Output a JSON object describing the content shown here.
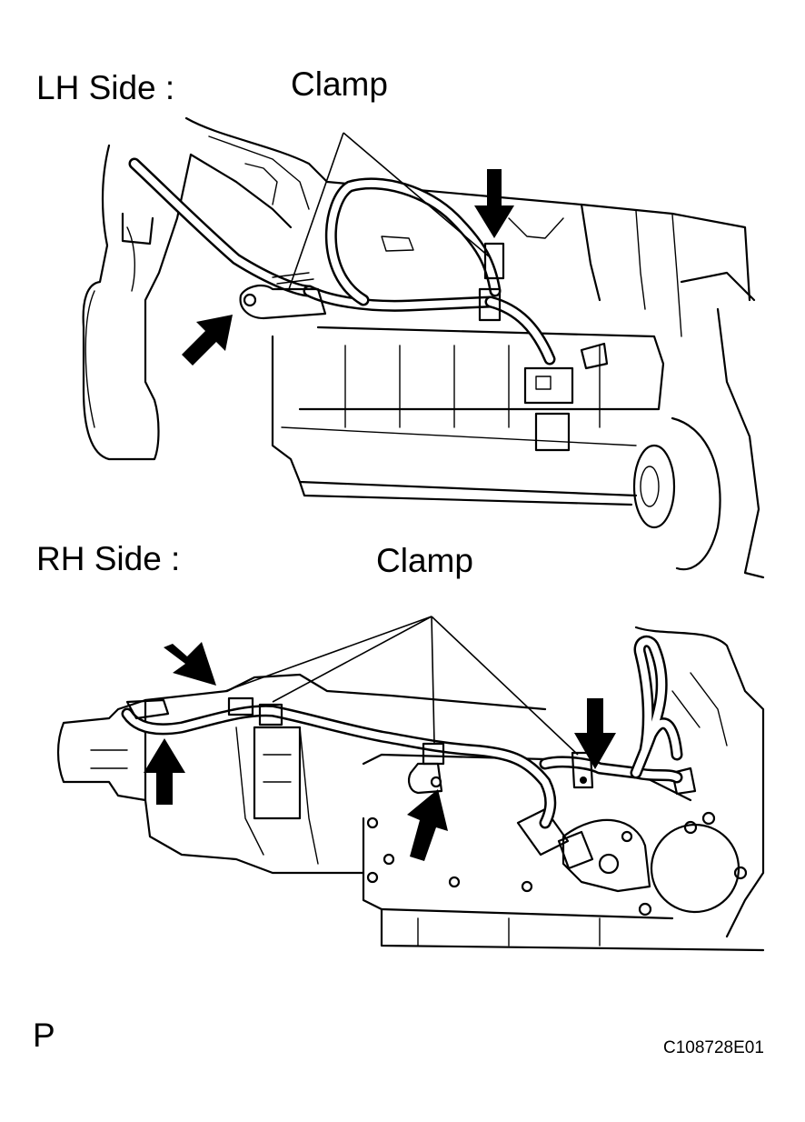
{
  "labels": {
    "lh_side": "LH Side :",
    "rh_side": "RH Side :",
    "clamp_lh": "Clamp",
    "clamp_rh": "Clamp",
    "section_letter": "P",
    "figure_code": "C108728E01"
  },
  "icons": {
    "arrow": "solid-black-arrow-icon",
    "clamp": "wire-clamp-icon"
  },
  "colors": {
    "ink": "#000000",
    "paper": "#ffffff"
  }
}
